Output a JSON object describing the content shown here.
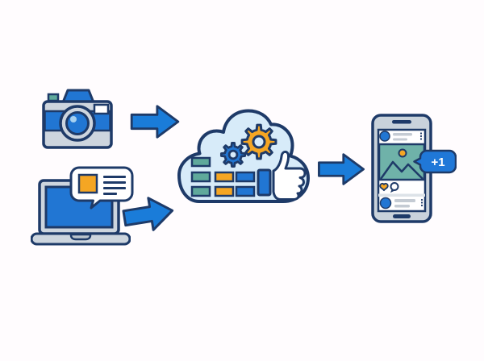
{
  "illustration": {
    "name": "photo-upload-cloud-processing-social-sharing-flow",
    "badge": {
      "label": "+1"
    },
    "nodes": [
      {
        "id": "camera",
        "icon": "camera-icon",
        "role": "input-device"
      },
      {
        "id": "laptop",
        "icon": "laptop-message-icon",
        "role": "input-device"
      },
      {
        "id": "cloud",
        "icon": "cloud-processing-icon",
        "role": "processor"
      },
      {
        "id": "smartphone",
        "icon": "smartphone-social-feed-icon",
        "role": "output-device"
      }
    ],
    "flow": [
      {
        "from": "camera",
        "to": "cloud"
      },
      {
        "from": "laptop",
        "to": "cloud"
      },
      {
        "from": "cloud",
        "to": "smartphone"
      }
    ],
    "colors": {
      "background": "#FFFCFE",
      "outline_navy": "#1E3A68",
      "primary_blue": "#2176D3",
      "arrow_blue": "#1A7CD9",
      "cloud_light_blue": "#D7EBF9",
      "device_gray": "#CDD5DE",
      "teal": "#5FA99B",
      "orange": "#F5A623",
      "post_image_teal": "#6FB2A9",
      "white": "#FFFFFF"
    }
  }
}
